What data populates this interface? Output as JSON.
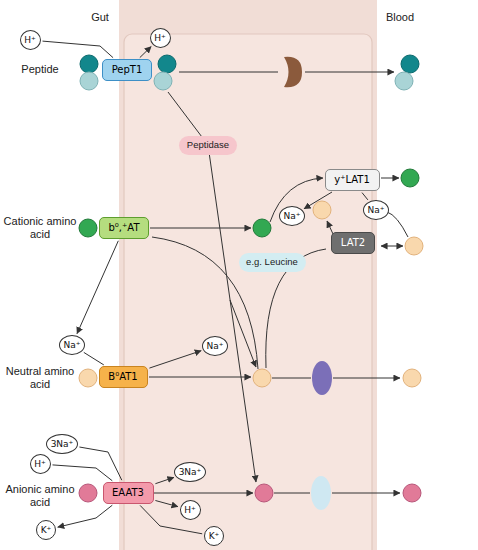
{
  "diagram": {
    "nodes": [
      {
        "text": [
          "H⁺"
        ]
      },
      {
        "text": [
          "PepT1"
        ]
      },
      {
        "text": [
          "H⁺"
        ]
      },
      {
        "text": [
          "Peptidase"
        ]
      },
      {
        "text": [
          "y⁺LAT1"
        ]
      },
      {
        "text": [
          "Na⁺"
        ]
      },
      {
        "text": [
          "Na⁺"
        ]
      },
      {
        "text": [
          "b⁰,⁺AT"
        ]
      },
      {
        "text": [
          "LAT2"
        ]
      },
      {
        "text": [
          "e.g. Leucine"
        ]
      },
      {
        "text": [
          "Na⁺"
        ]
      },
      {
        "text": [
          "Na⁺"
        ]
      },
      {
        "text": [
          "B⁰AT1"
        ]
      },
      {
        "text": [
          "3Na⁺"
        ]
      },
      {
        "text": [
          "3Na⁺"
        ]
      },
      {
        "text": [
          "H⁺"
        ]
      },
      {
        "text": [
          "EAAT3"
        ]
      },
      {
        "text": [
          "H⁺"
        ]
      },
      {
        "text": [
          "K⁺"
        ]
      },
      {
        "text": [
          "K⁺"
        ]
      }
    ],
    "edges": [
      {
        "from": 0,
        "to": 1,
        "arrow": "none"
      },
      {
        "from": 1,
        "to": 2,
        "arrow": "to"
      },
      {
        "from": 4,
        "to": 5,
        "arrow": "to"
      },
      {
        "from": 6,
        "to": 4,
        "arrow": "none"
      },
      {
        "from": 7,
        "to": 10,
        "arrow": "to"
      },
      {
        "from": 10,
        "to": 12,
        "arrow": "none"
      },
      {
        "from": 12,
        "to": 11,
        "arrow": "to"
      },
      {
        "from": 13,
        "to": 16,
        "arrow": "none"
      },
      {
        "from": 15,
        "to": 16,
        "arrow": "none"
      },
      {
        "from": 16,
        "to": 18,
        "arrow": "to"
      },
      {
        "from": 16,
        "to": 14,
        "arrow": "to"
      },
      {
        "from": 16,
        "to": 17,
        "arrow": "to"
      },
      {
        "from": 19,
        "to": 16,
        "arrow": "none"
      }
    ],
    "labels": [
      "Gut",
      "Blood",
      "Peptide",
      "Cationic amino acid",
      "Neutral amino acid",
      "Anionic amino acid"
    ]
  }
}
